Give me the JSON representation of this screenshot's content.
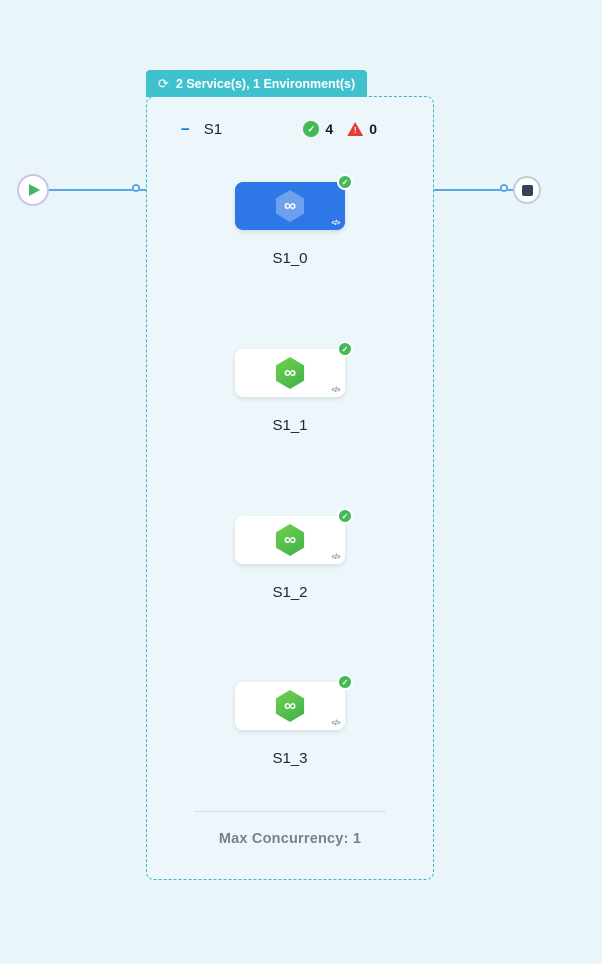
{
  "banner": {
    "label": "2 Service(s), 1 Environment(s)"
  },
  "stage": {
    "name": "S1",
    "collapse_icon": "−",
    "success_count": "4",
    "error_count": "0",
    "max_concurrency": "Max Concurrency: 1",
    "nodes": [
      {
        "label": "S1_0",
        "selected": true
      },
      {
        "label": "S1_1",
        "selected": false
      },
      {
        "label": "S1_2",
        "selected": false
      },
      {
        "label": "S1_3",
        "selected": false
      }
    ]
  },
  "icons": {
    "loop": "⟳",
    "check": "✓",
    "warning": "!",
    "code": "</>",
    "infinity": "∞"
  },
  "colors": {
    "background": "#e9f5f9",
    "banner_teal": "#3fc2ce",
    "dashed_border": "#2ebdca",
    "selected_card_blue": "#2e77e6",
    "hexagon_green": "#4cc04c",
    "success_green": "#42ba57",
    "error_red": "#e23f33",
    "connector_blue": "#57a7e8",
    "collapse_blue": "#0278d5"
  }
}
